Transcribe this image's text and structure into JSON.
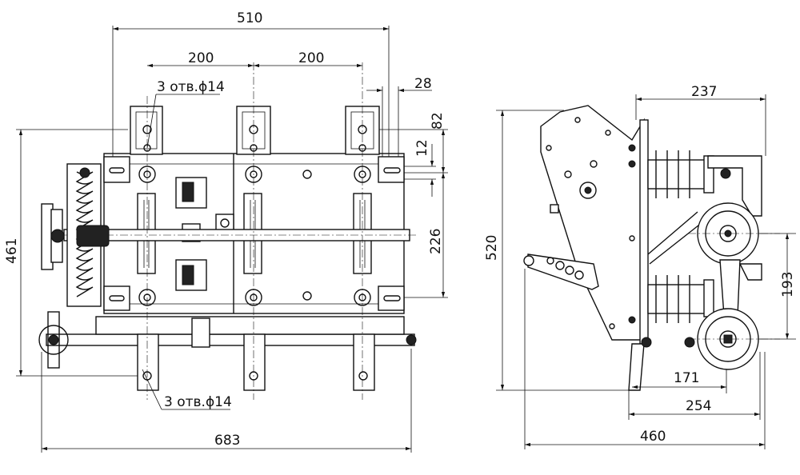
{
  "front_view": {
    "dim_overall_top": "510",
    "dim_pitch_left": "200",
    "dim_pitch_right": "200",
    "dim_offset_right": "28",
    "note_top": "3 отв.ϕ14",
    "dim_height_total": "461",
    "dim_82": "82",
    "dim_12": "12",
    "dim_226": "226",
    "note_bottom": "3 отв.ϕ14",
    "dim_overall_bottom": "683"
  },
  "side_view": {
    "dim_237": "237",
    "dim_520": "520",
    "dim_193": "193",
    "dim_171": "171",
    "dim_254": "254",
    "dim_460": "460"
  }
}
